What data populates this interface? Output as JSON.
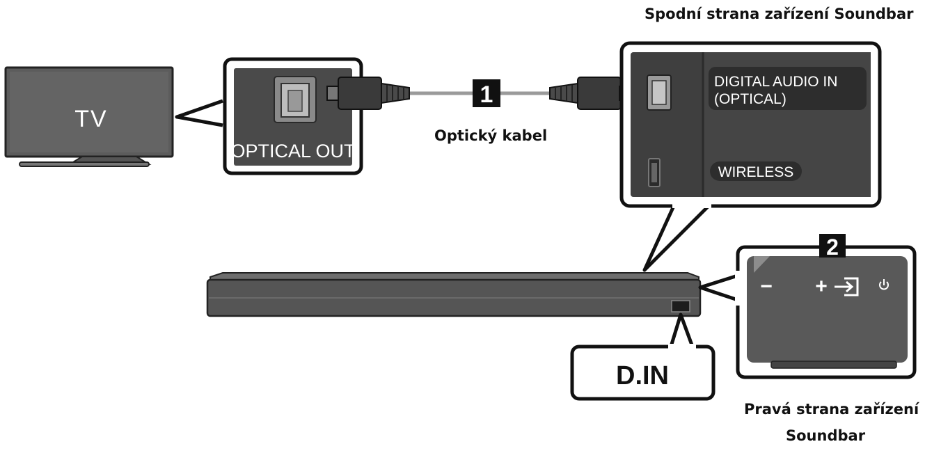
{
  "labels": {
    "tv": "TV",
    "optical_out": "OPTICAL OUT",
    "cable": "Optický kabel",
    "step1": "1",
    "step2": "2",
    "bottom_side": "Spodní strana zařízení Soundbar",
    "digital_audio_in_line1": "DIGITAL AUDIO IN",
    "digital_audio_in_line2": "(OPTICAL)",
    "wireless": "WIRELESS",
    "d_in": "D.IN",
    "right_side_line1": "Pravá strana zařízení",
    "right_side_line2": "Soundbar",
    "btn_minus": "−",
    "btn_plus": "+"
  },
  "colors": {
    "outline": "#111111",
    "panel_dark": "#3f3f3f",
    "panel_mid": "#595959",
    "pill": "#2d2d2d",
    "cable": "#9a9a9a",
    "tv_screen": "#5c5c5c"
  },
  "icons": [
    "source-input-icon",
    "power-icon",
    "optical-port-icon",
    "usb-port-icon",
    "optical-plug-icon"
  ]
}
